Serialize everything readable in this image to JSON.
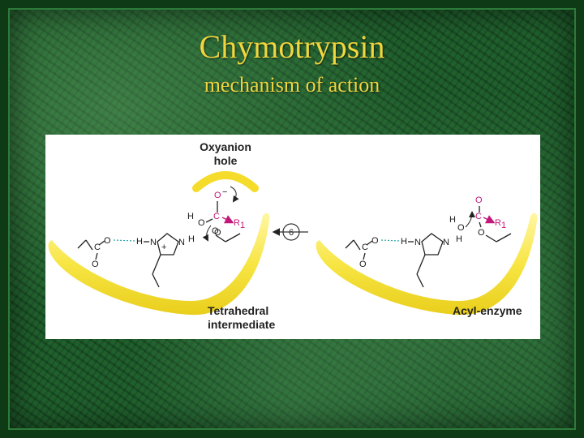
{
  "slide": {
    "title": "Chymotrypsin",
    "subtitle": "mechanism of action"
  },
  "figure": {
    "oxyanion_label_line1": "Oxyanion",
    "oxyanion_label_line2": "hole",
    "step_number": "6",
    "left_state_line1": "Tetrahedral",
    "left_state_line2": "intermediate",
    "right_state": "Acyl-enzyme",
    "atoms": {
      "o": "O",
      "o_minus": "−",
      "c": "C",
      "h": "H",
      "n": "N",
      "r1": "R",
      "r1_sub": "1",
      "plus": "+"
    }
  }
}
